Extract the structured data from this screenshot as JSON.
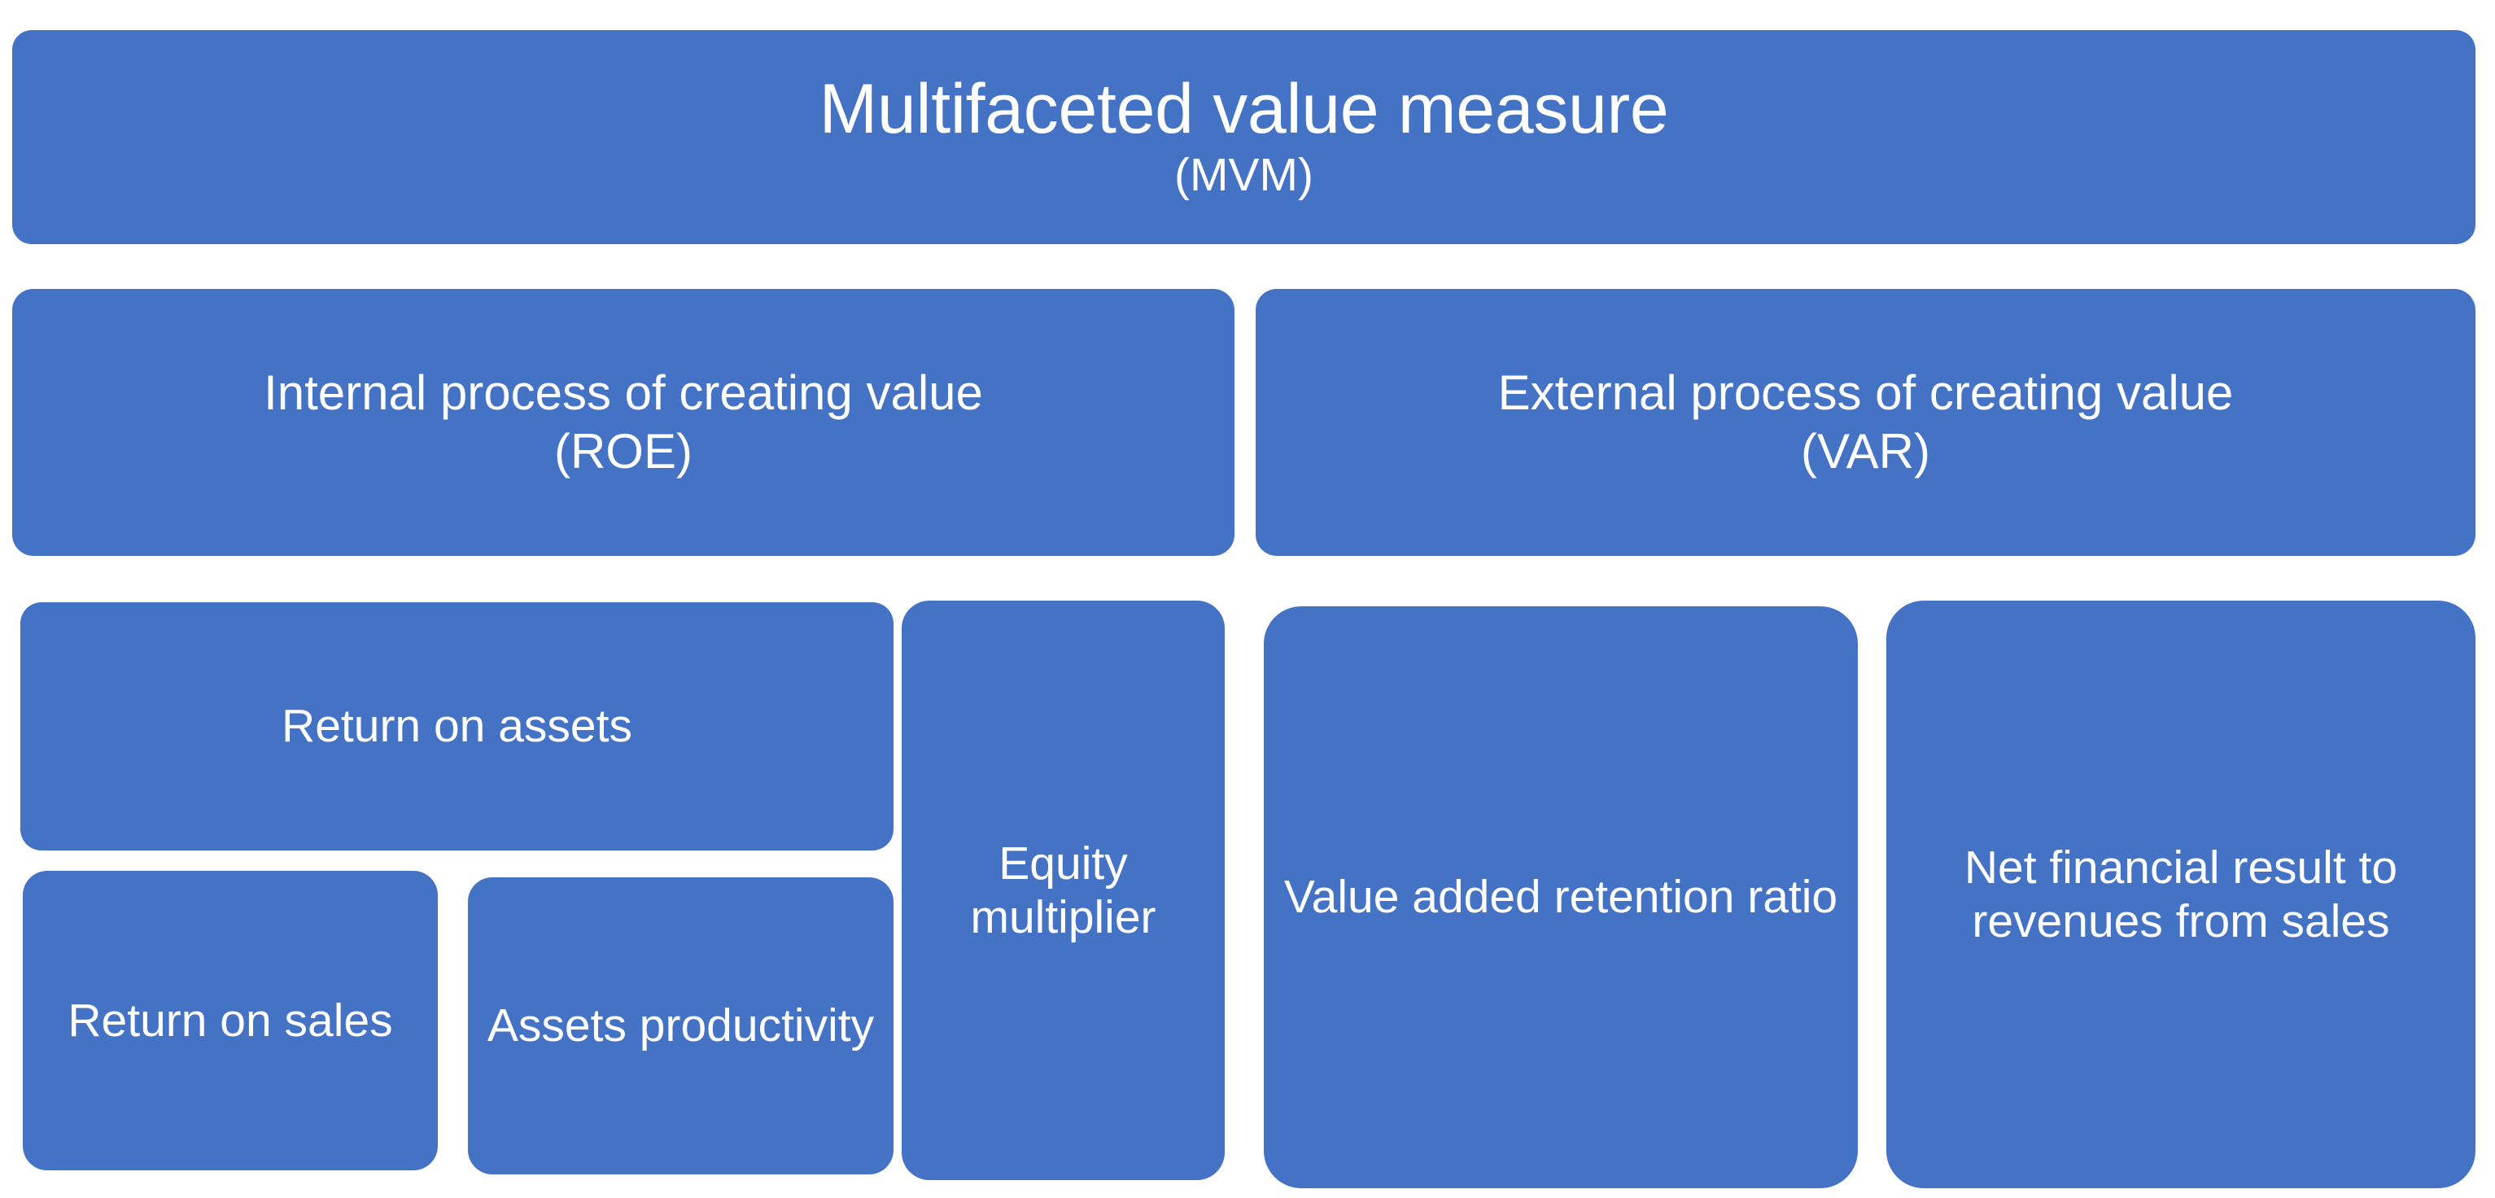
{
  "diagram": {
    "title": "Multifaceted value measure",
    "accent_color": "#4472C4",
    "text_color": "#FFFFFF",
    "background_color": "#FFFFFF",
    "root": {
      "label": "Multifaceted value measure",
      "abbreviation": "(MVM)"
    },
    "branches": [
      {
        "id": "internal",
        "label": "Internal process of creating value",
        "abbreviation": "(ROE)"
      },
      {
        "id": "external",
        "label": "External process of creating value",
        "abbreviation": "(VAR)"
      }
    ],
    "metrics": [
      {
        "id": "return-on-assets",
        "label": "Return on assets"
      },
      {
        "id": "return-on-sales",
        "label": "Return on sales"
      },
      {
        "id": "assets-productivity",
        "label": "Assets productivity"
      },
      {
        "id": "equity-multiplier",
        "label": "Equity multiplier"
      },
      {
        "id": "value-added-retention-ratio",
        "label": "Value added retention ratio"
      },
      {
        "id": "net-financial-result-to-revenues-from-sales",
        "label": "Net financial result to revenues from sales"
      }
    ]
  }
}
